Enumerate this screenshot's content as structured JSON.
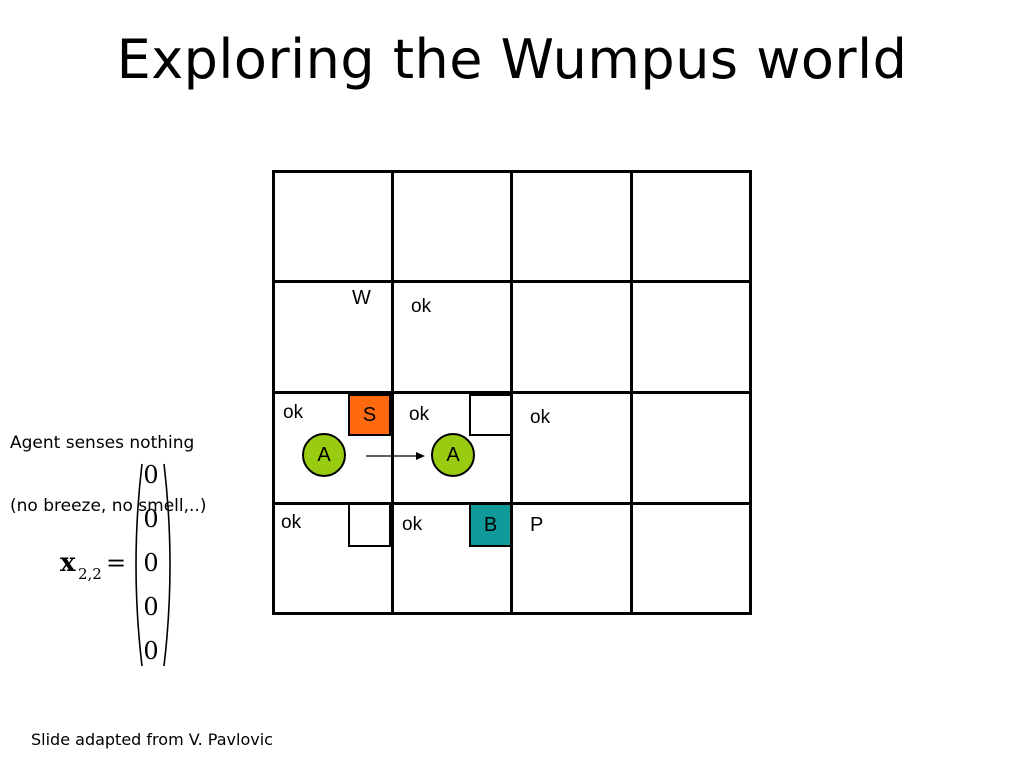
{
  "title": "Exploring the Wumpus world",
  "caption": {
    "line1": "Agent senses nothing",
    "line2": "(no breeze, no smell,..)"
  },
  "footer": "Slide adapted from V. Pavlovic",
  "grid": {
    "rows": 4,
    "cols": 4,
    "labels": {
      "wumpus": "W",
      "ok_r2c2": "ok",
      "ok_r3c1": "ok",
      "ok_r3c2": "ok",
      "ok_r3c3": "ok",
      "ok_r4c1": "ok",
      "ok_r4c2": "ok",
      "pit": "P"
    },
    "markers": {
      "stench": "S",
      "breeze": "B",
      "agent_from": "A",
      "agent_to": "A"
    }
  },
  "colors": {
    "stench": "#ff6a10",
    "breeze": "#119a9a",
    "agent": "#99cc11"
  },
  "vector": {
    "name": "x",
    "subscript": "2,2",
    "equals": "=",
    "entries": [
      "0",
      "0",
      "0",
      "0",
      "0"
    ]
  }
}
